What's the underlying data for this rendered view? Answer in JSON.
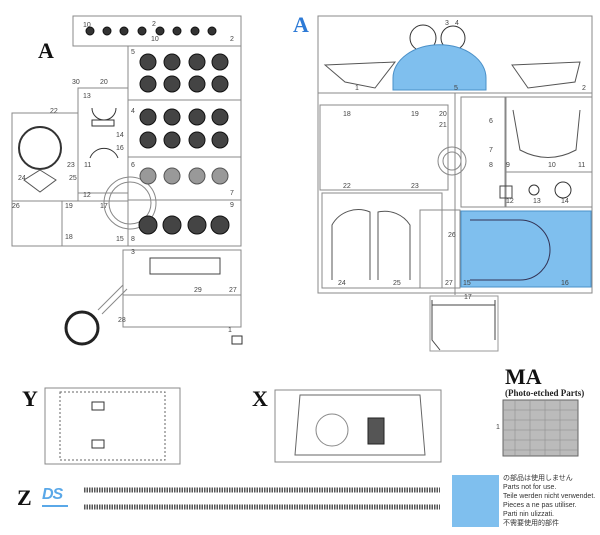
{
  "sprue_a_left": {
    "letter": "A",
    "parts": [
      "10",
      "2",
      "10",
      "2",
      "5",
      "30",
      "20",
      "13",
      "22",
      "4",
      "14",
      "16",
      "23",
      "11",
      "6",
      "24",
      "25",
      "7",
      "12",
      "9",
      "26",
      "19",
      "17",
      "18",
      "15",
      "8",
      "3",
      "29",
      "27",
      "28",
      "1"
    ]
  },
  "sprue_a_right": {
    "letter": "A",
    "parts": [
      "3",
      "4",
      "1",
      "5",
      "2",
      "18",
      "19",
      "20",
      "21",
      "6",
      "7",
      "8",
      "9",
      "10",
      "11",
      "22",
      "23",
      "12",
      "13",
      "14",
      "26",
      "24",
      "25",
      "27",
      "15",
      "16",
      "17"
    ]
  },
  "sprue_y": {
    "letter": "Y"
  },
  "sprue_x": {
    "letter": "X"
  },
  "sprue_z": {
    "letter": "Z",
    "logo": "DS"
  },
  "photo_etched": {
    "letter": "MA",
    "subtitle": "(Photo-etched Parts)",
    "part": "1"
  },
  "legend": {
    "color": "#7fbfee",
    "lines": [
      "の部品は使用しません",
      "Parts not for use.",
      "Teile werden nicht verwendet.",
      "Pieces a ne pas utiliser.",
      "Parti nin ulizzati.",
      "不需要使用的部件"
    ]
  }
}
